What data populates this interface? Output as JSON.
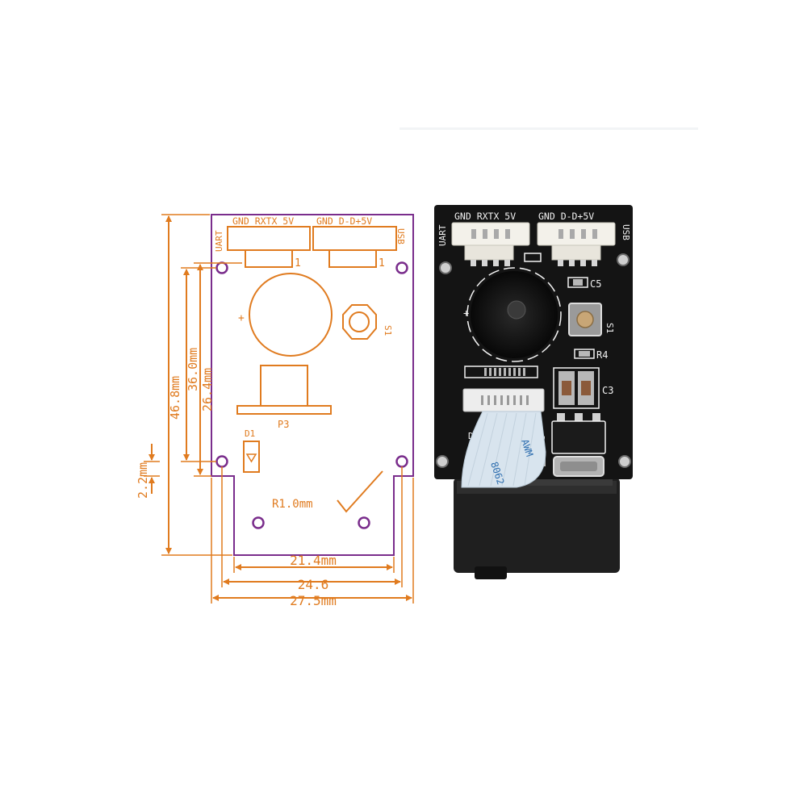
{
  "colors": {
    "background": "#ffffff",
    "outline": "#7a2d8c",
    "dimension": "#e07b1f",
    "pcb": "#141414",
    "silkscreen": "#f2f2f2",
    "copper": "#b8b8b8",
    "connector": "#f3f1ea",
    "ribbon": "#d8e4ee"
  },
  "drawing": {
    "uart_label": "UART",
    "usb_label": "USB",
    "uart_pins": "GND RXTX 5V",
    "usb_pins": "GND D-D+5V",
    "pin1_left": "1",
    "pin1_right": "1",
    "buzzer_polarity": "+",
    "switch_label": "S1",
    "connector_label": "P3",
    "led_label": "D1",
    "radius_label": "R1.0mm"
  },
  "dimensions": {
    "height_total": "46.8mm",
    "height_holes": "36.0mm",
    "height_connector": "26.4mm",
    "offset_bottom": "2.2mm",
    "width_cutout": "21.4mm",
    "width_holes": "24.6",
    "width_total": "27.5mm"
  },
  "photo": {
    "uart_label": "UART",
    "usb_label": "USB",
    "uart_pins": "GND RXTX 5V",
    "usb_pins": "GND D-D+5V",
    "c5": "C5",
    "s1": "S1",
    "r4": "R4",
    "c3": "C3",
    "d1": "D1",
    "r1": "R1",
    "ribbon_text_1": "AWM",
    "ribbon_text_2": "8062",
    "buzzer_polarity": "+"
  }
}
